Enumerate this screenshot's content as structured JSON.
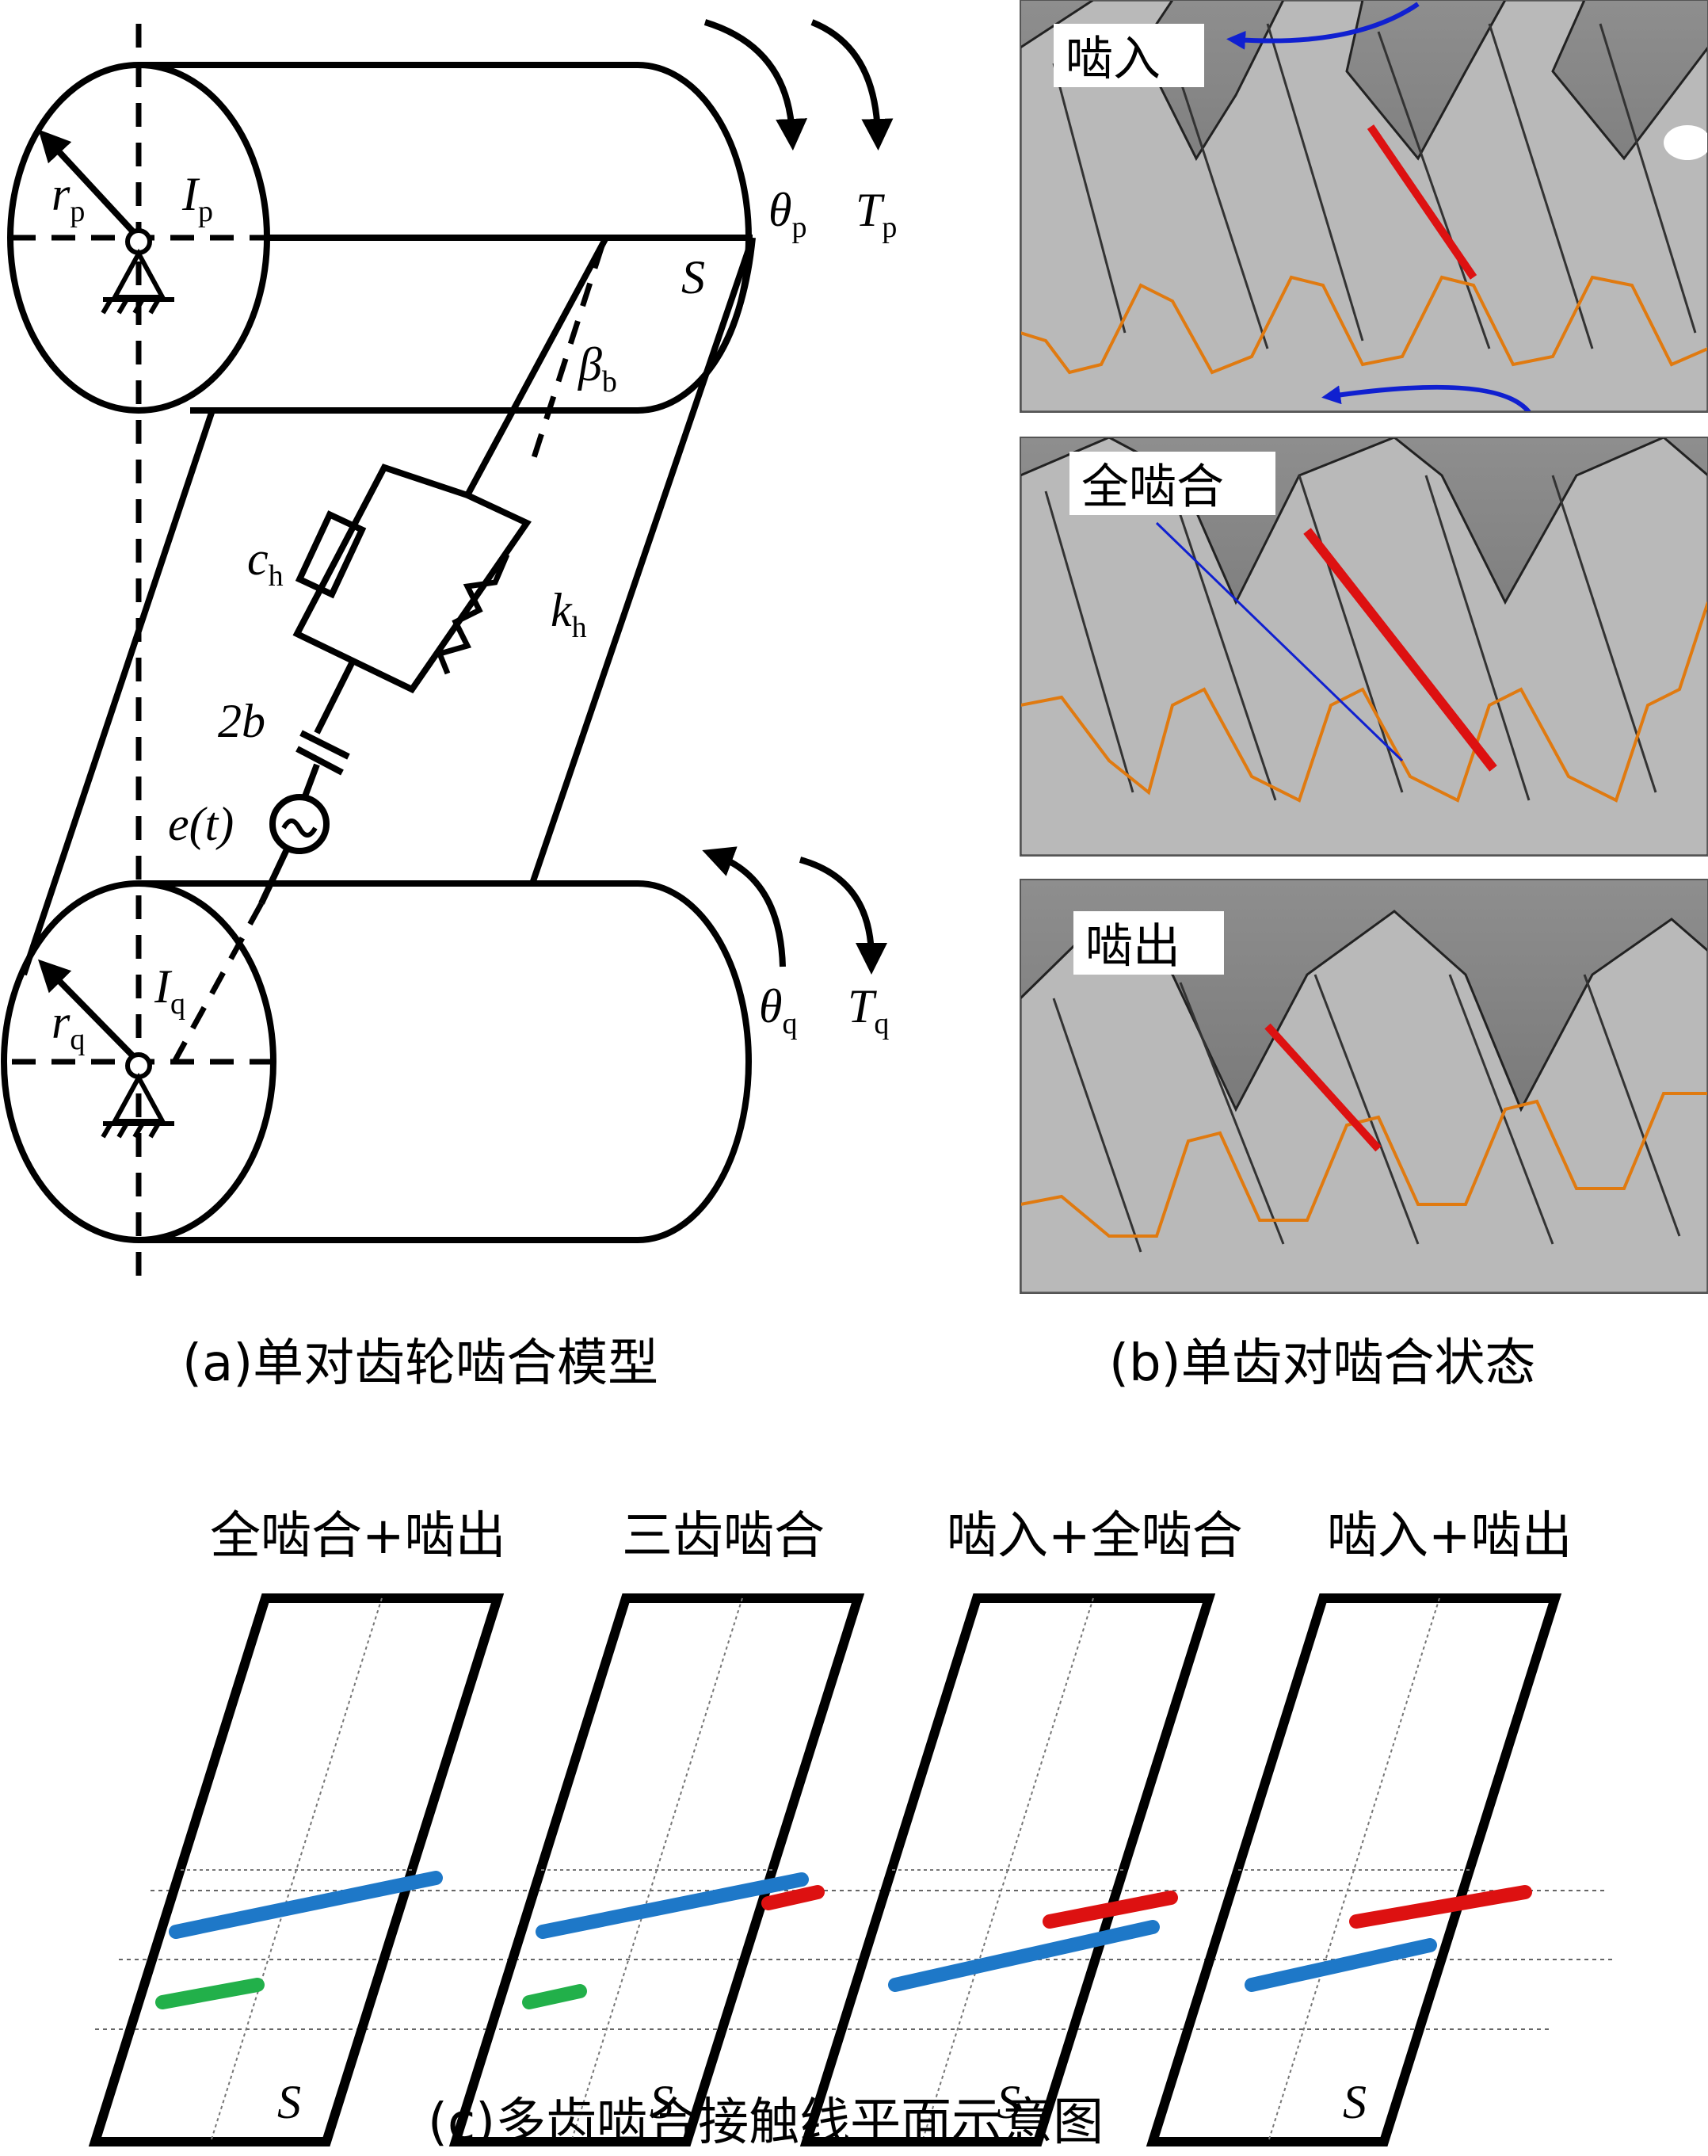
{
  "panel_a": {
    "caption": "(a)单对齿轮啮合模型",
    "r_p": "r",
    "r_p_sub": "p",
    "I_p": "I",
    "I_p_sub": "p",
    "theta_p": "θ",
    "theta_p_sub": "p",
    "T_p": "T",
    "T_p_sub": "p",
    "S": "S",
    "beta_b": "β",
    "beta_b_sub": "b",
    "c_h": "c",
    "c_h_sub": "h",
    "k_h": "k",
    "k_h_sub": "h",
    "two_b": "2b",
    "e_t": "e(t)",
    "r_q": "r",
    "r_q_sub": "q",
    "I_q": "I",
    "I_q_sub": "q",
    "theta_q": "θ",
    "theta_q_sub": "q",
    "T_q": "T",
    "T_q_sub": "q"
  },
  "panel_b": {
    "caption": "(b)单齿对啮合状态",
    "states": [
      {
        "label": "啮入"
      },
      {
        "label": "全啮合"
      },
      {
        "label": "啮出"
      }
    ]
  },
  "panel_c": {
    "caption": "(c)多齿啮合接触线平面示意图",
    "groups": [
      {
        "title": "全啮合+啮出",
        "s": "S"
      },
      {
        "title": "三齿啮合",
        "s": "S"
      },
      {
        "title": "啮入+全啮合",
        "s": "S"
      },
      {
        "title": "啮入+啮出",
        "s": "S"
      }
    ]
  },
  "colors": {
    "red": "#dd1111",
    "blue": "#1e78c8",
    "green": "#22b04a",
    "orange": "#e07a10",
    "arrow_blue": "#1020d0"
  }
}
